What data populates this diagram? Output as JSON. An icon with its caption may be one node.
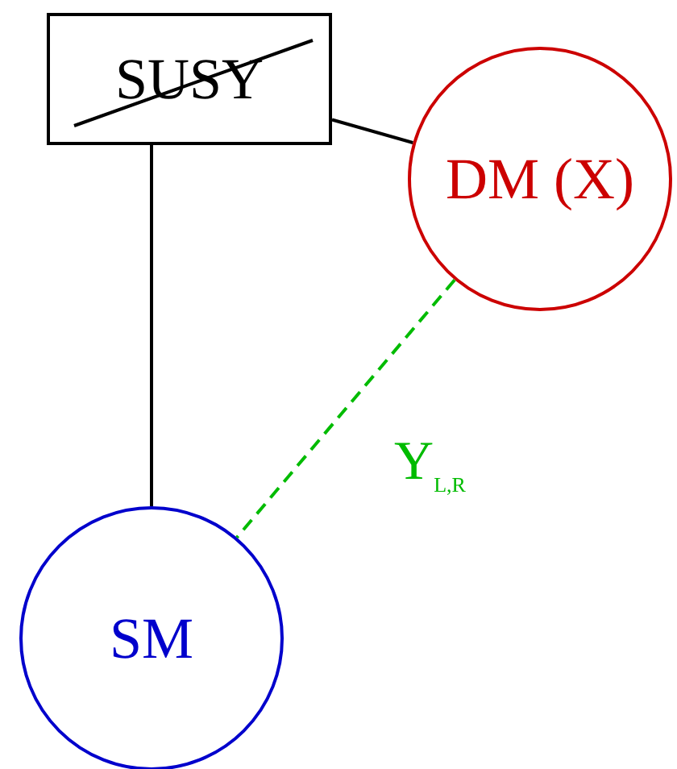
{
  "diagram": {
    "nodes": [
      {
        "text": [
          "SUSY"
        ]
      },
      {
        "text": [
          "DM (X)"
        ]
      },
      {
        "text": [
          "SM"
        ]
      }
    ],
    "edges": [
      {
        "from": 0,
        "to": 1,
        "arrow": "none"
      },
      {
        "from": 0,
        "to": 2,
        "arrow": "none"
      },
      {
        "from": 1,
        "to": 2,
        "arrow": "none",
        "label": "Y$_{L,R}$",
        "style": "dashed",
        "color": "#00bb00"
      }
    ]
  }
}
